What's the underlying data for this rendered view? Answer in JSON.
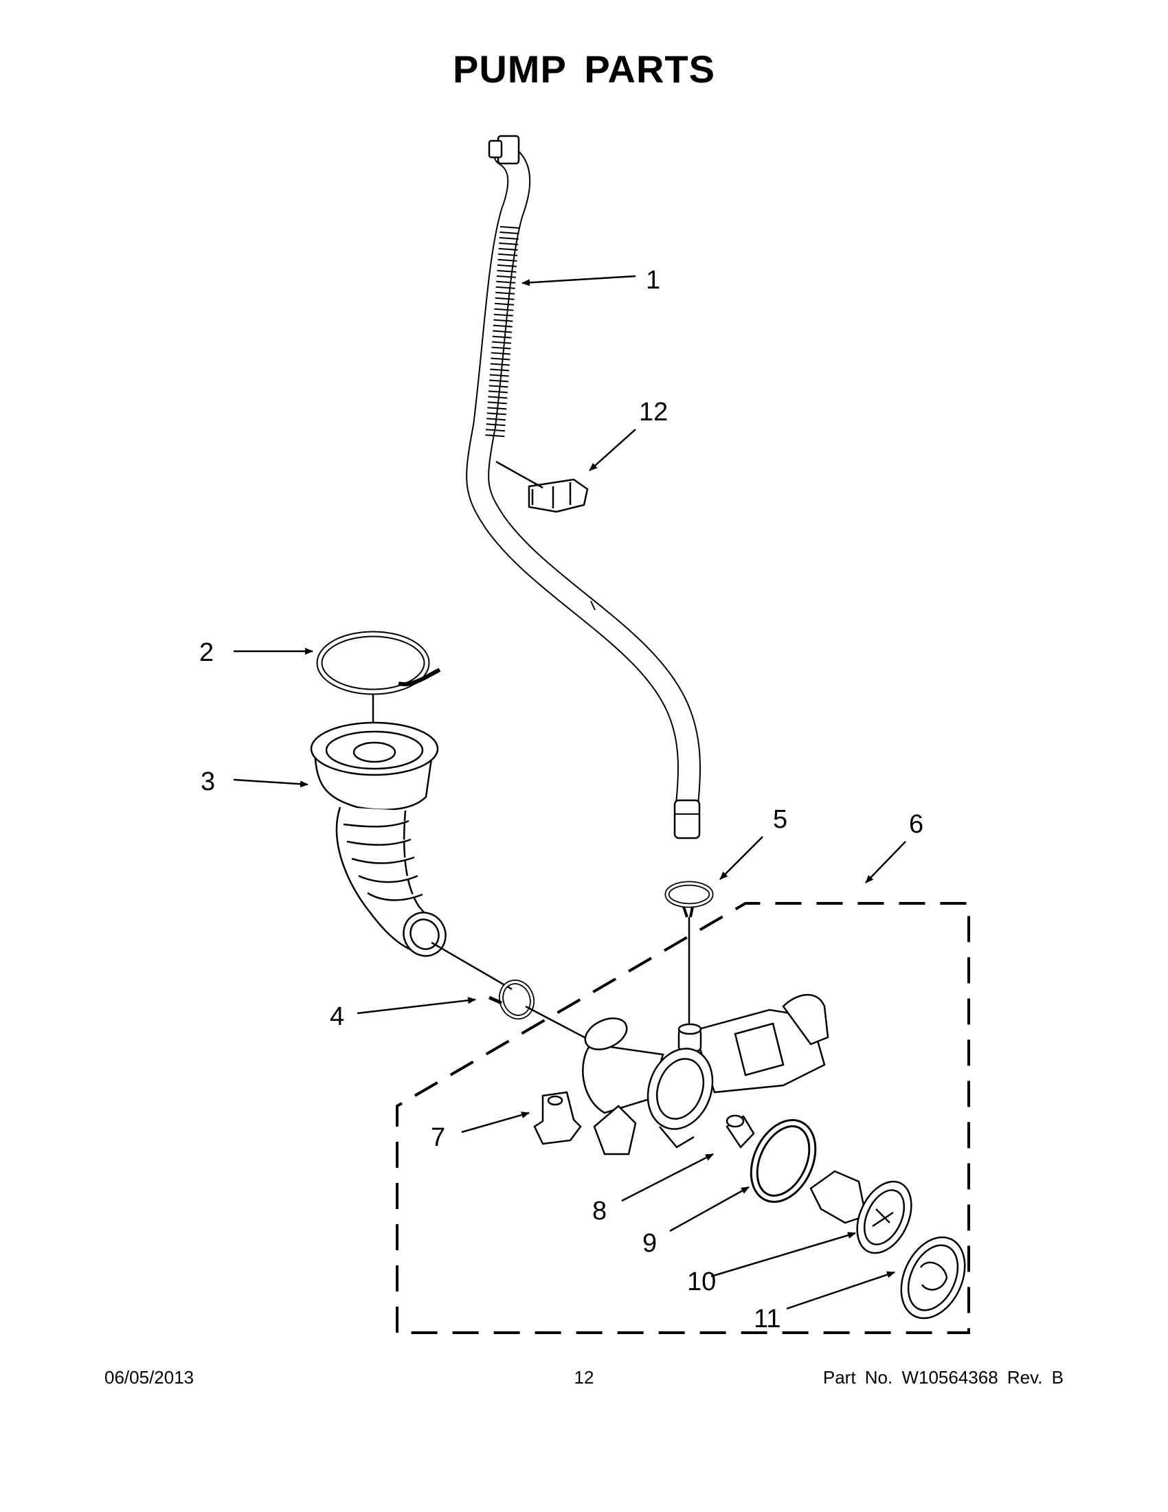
{
  "page": {
    "title": "PUMP PARTS"
  },
  "callouts": [
    "1",
    "2",
    "3",
    "4",
    "5",
    "6",
    "7",
    "8",
    "9",
    "10",
    "11",
    "12"
  ],
  "footer": {
    "date": "06/05/2013",
    "page_number": "12",
    "part_number": "Part No. W10564368 Rev. B"
  }
}
